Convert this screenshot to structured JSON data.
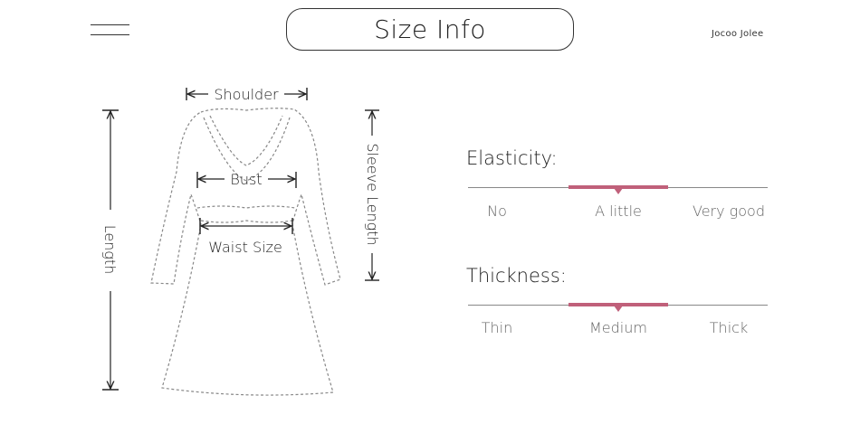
{
  "header": {
    "title": "Size Info",
    "brand": "Jocoo Jolee"
  },
  "diagram": {
    "shoulder_label": "Shoulder",
    "bust_label": "Bust",
    "waist_label": "Waist Size",
    "length_label": "Length",
    "sleeve_label": "Sleeve Length"
  },
  "elasticity": {
    "title": "Elasticity:",
    "options": [
      "No",
      "A little",
      "Very good"
    ],
    "selected": "A little"
  },
  "thickness": {
    "title": "Thickness:",
    "options": [
      "Thin",
      "Medium",
      "Thick"
    ],
    "selected": "Medium"
  },
  "colors": {
    "accent": "#c0607a"
  }
}
